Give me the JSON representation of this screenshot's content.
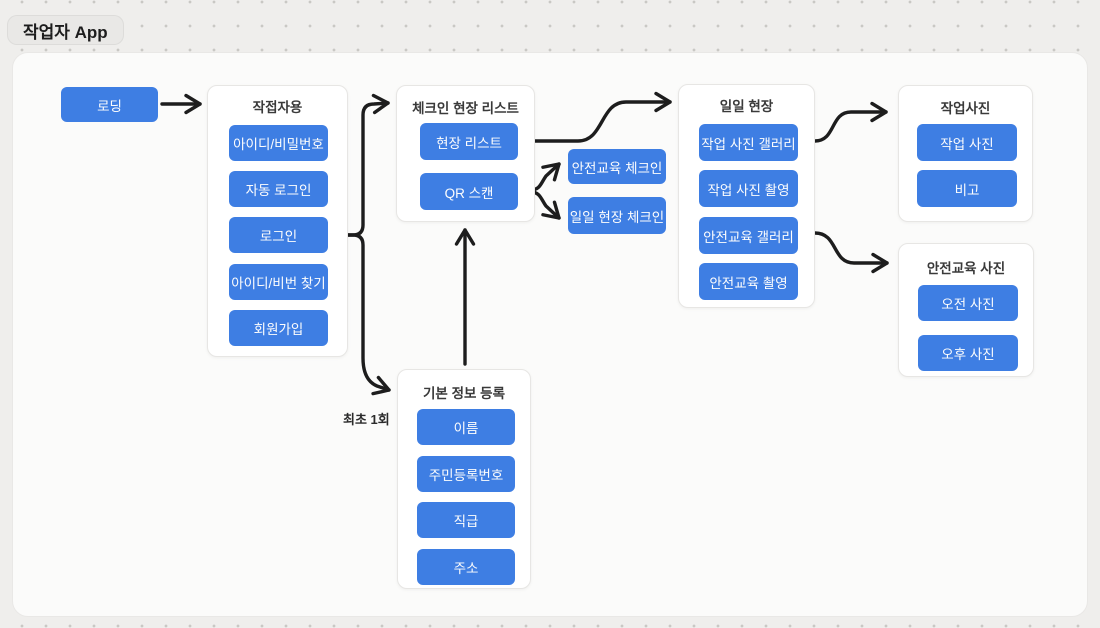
{
  "page": {
    "title": "작업자 App"
  },
  "colors": {
    "accent_blue": "#3e7ee3",
    "arrow": "#1d1d1d",
    "canvas_bg": "#fbfbfa",
    "board_bg": "#efeeec"
  },
  "loading_node": {
    "label": "로딩"
  },
  "groups": {
    "worker_login": {
      "title": "작접자용",
      "buttons": [
        "아이디/비밀번호",
        "자동 로그인",
        "로그인",
        "아이디/비번 찾기",
        "회원가입"
      ]
    },
    "checkin_site_list": {
      "title": "체크인 현장 리스트",
      "buttons": [
        "현장 리스트",
        "QR 스캔"
      ]
    },
    "daily_site": {
      "title": "일일 현장",
      "buttons": [
        "작업 사진 갤러리",
        "작업 사진 촬영",
        "안전교육 갤러리",
        "안전교육 촬영"
      ]
    },
    "work_photo": {
      "title": "작업사진",
      "buttons": [
        "작업 사진",
        "비고"
      ]
    },
    "safety_photo": {
      "title": "안전교육 사진",
      "buttons": [
        "오전 사진",
        "오후 사진"
      ]
    },
    "basic_info": {
      "title": "기본 정보 등록",
      "buttons": [
        "이름",
        "주민등록번호",
        "직급",
        "주소"
      ]
    }
  },
  "standalone_buttons": [
    "안전교육 체크인",
    "일일 현장 체크인"
  ],
  "labels": {
    "first_time": "최초 1회"
  }
}
